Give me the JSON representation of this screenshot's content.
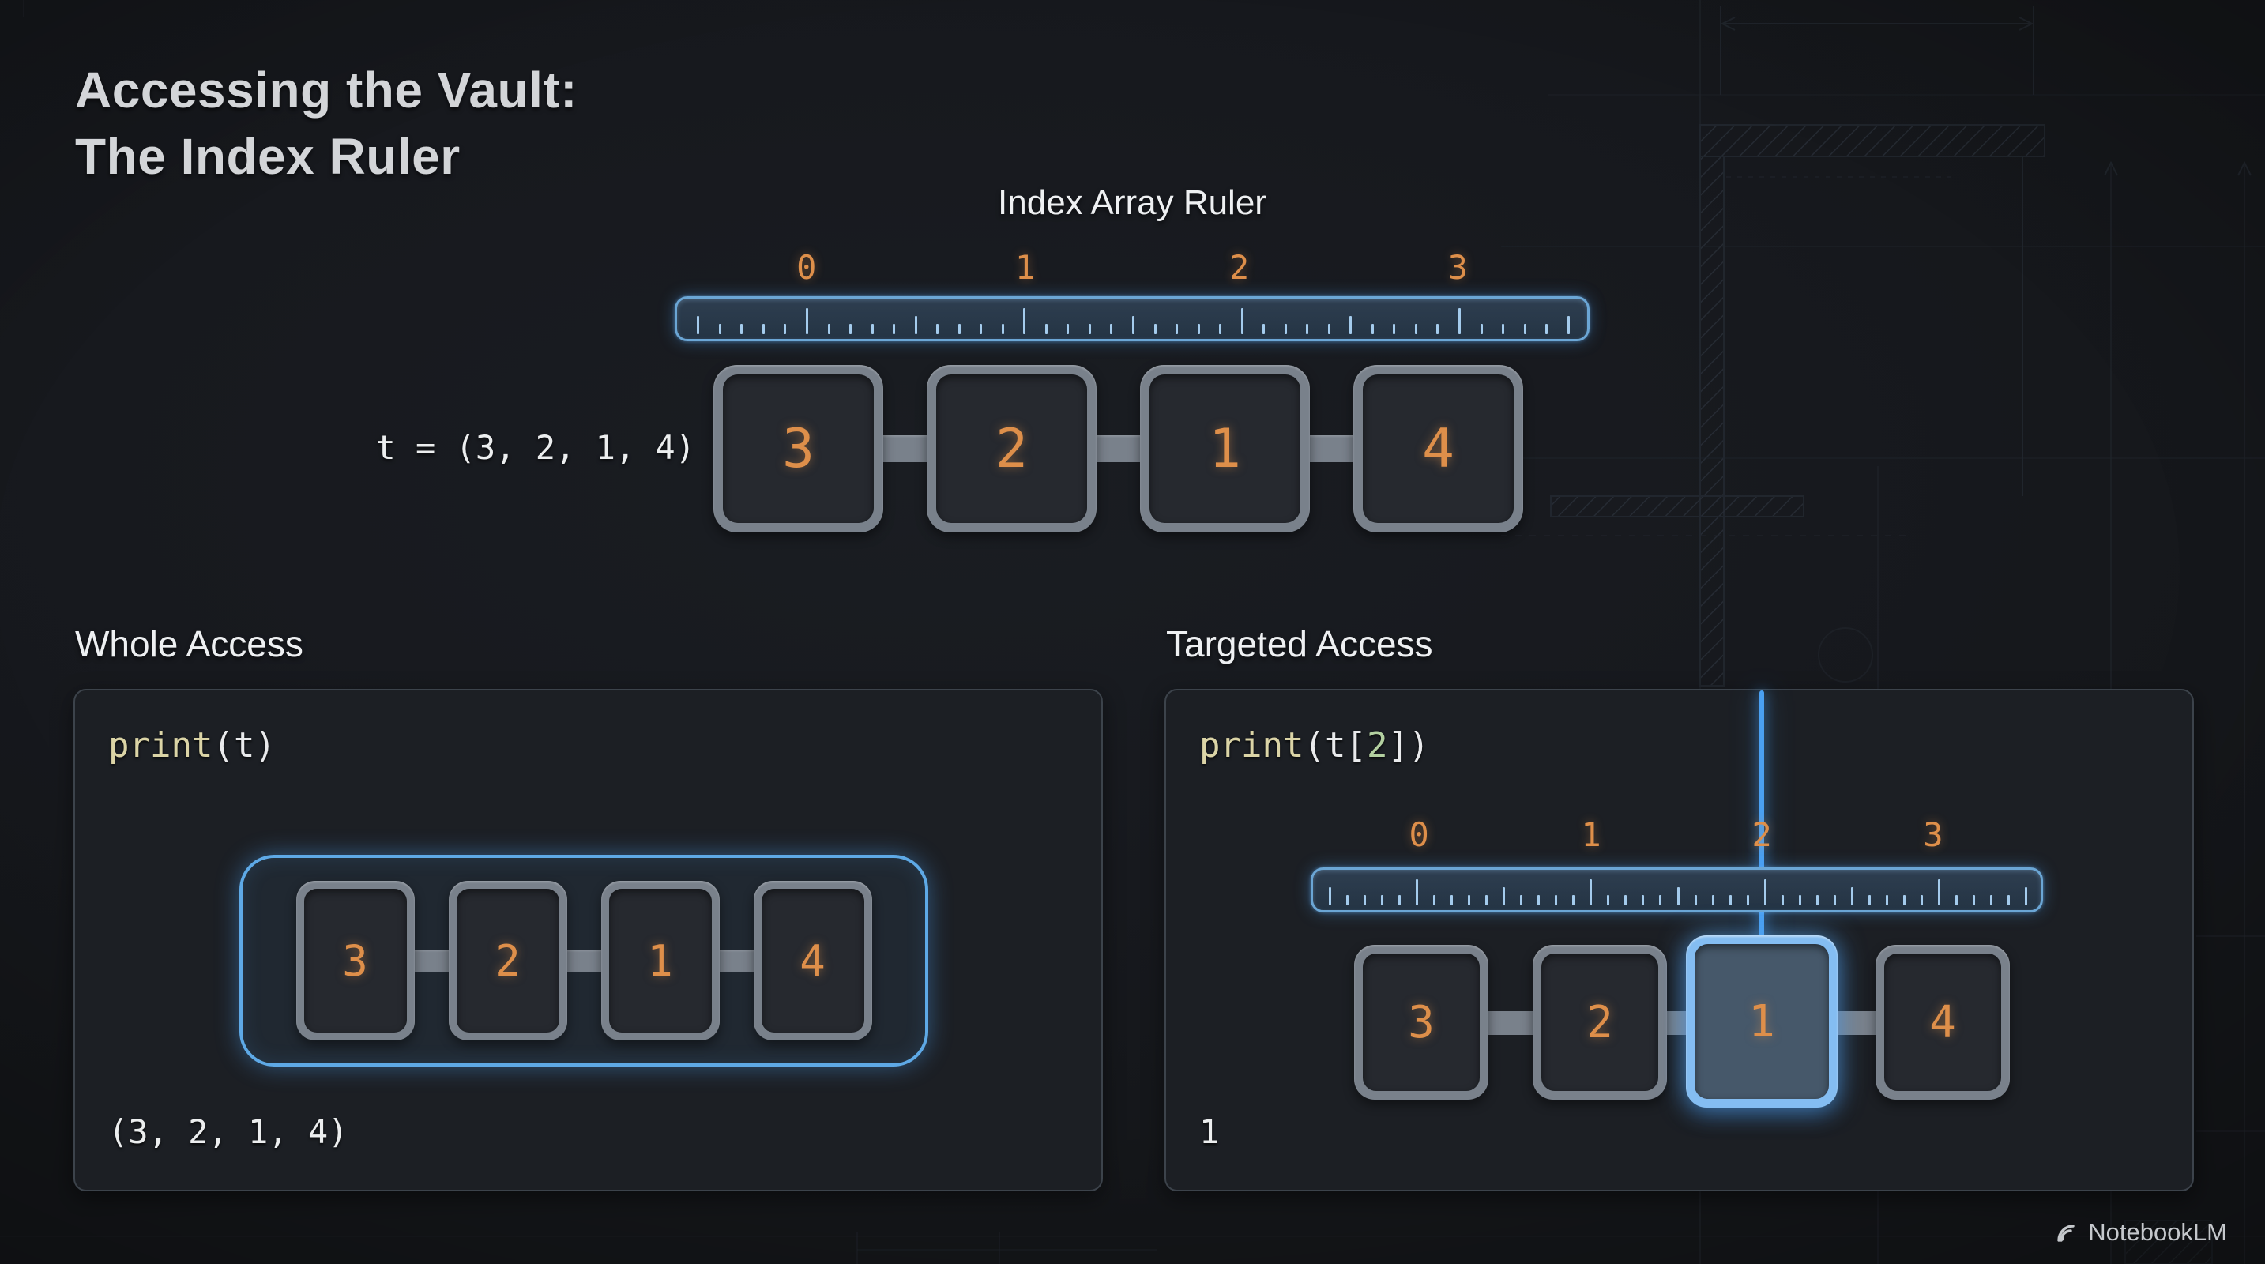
{
  "page": {
    "title_line1": "Accessing the Vault:",
    "title_line2": "The Index Ruler"
  },
  "index_ruler": {
    "title": "Index Array Ruler",
    "labels": [
      "0",
      "1",
      "2",
      "3"
    ]
  },
  "tuple": {
    "assignment": "t = (3, 2, 1, 4)",
    "values": [
      "3",
      "2",
      "1",
      "4"
    ]
  },
  "whole_access": {
    "heading": "Whole Access",
    "code": {
      "fn": "print",
      "rest": "(t)"
    },
    "values": [
      "3",
      "2",
      "1",
      "4"
    ],
    "output": "(3, 2, 1, 4)"
  },
  "targeted_access": {
    "heading": "Targeted Access",
    "code": {
      "fn": "print",
      "pre": "(t[",
      "index": "2",
      "post": "])"
    },
    "ruler_labels": [
      "0",
      "1",
      "2",
      "3"
    ],
    "values": [
      "3",
      "2",
      "1",
      "4"
    ],
    "highlighted_index": "2",
    "output": "1"
  },
  "footer": {
    "brand": "NotebookLM"
  },
  "colors": {
    "background": "#17191e",
    "accent_blue": "#4aa0f2",
    "ruler_border_blue": "#6ba6d5",
    "digit_orange": "#de8f4a",
    "code_keyword_khaki": "#dbd4a6",
    "code_index_green": "#b3d0a0",
    "box_frame_gray": "#79818b",
    "panel_background": "#1c1f24"
  }
}
